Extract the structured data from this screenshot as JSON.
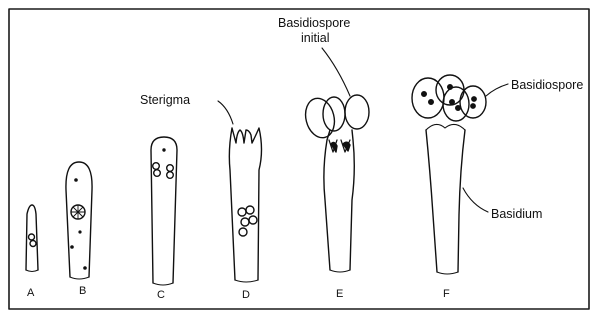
{
  "diagram": {
    "stages": [
      {
        "id": "A",
        "label": "A"
      },
      {
        "id": "B",
        "label": "B"
      },
      {
        "id": "C",
        "label": "C"
      },
      {
        "id": "D",
        "label": "D"
      },
      {
        "id": "E",
        "label": "E"
      },
      {
        "id": "F",
        "label": "F"
      }
    ],
    "annotations": {
      "sterigma": "Sterigma",
      "basidiospore_initial_line1": "Basidiospore",
      "basidiospore_initial_line2": "initial",
      "basidiospore": "Basidiospore",
      "basidium": "Basidium"
    }
  },
  "colors": {
    "ink": "#111111",
    "frame": "#1a1a1a",
    "background": "#ffffff"
  }
}
